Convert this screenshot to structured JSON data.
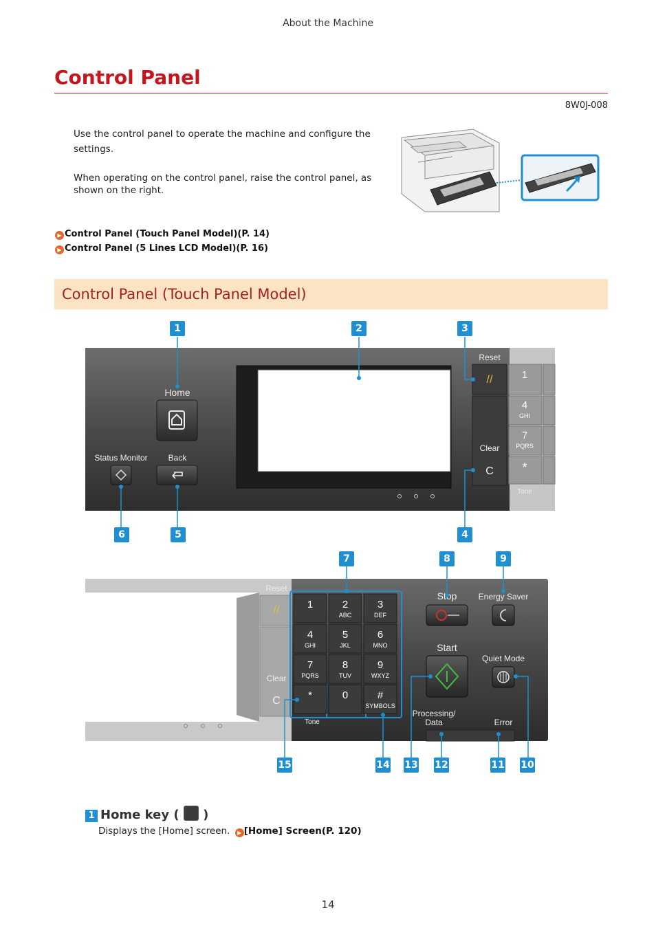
{
  "header": {
    "section": "About the Machine"
  },
  "title": "Control Panel",
  "doc_id": "8W0J-008",
  "intro": {
    "p1": "Use the control panel to operate the machine and configure the settings.",
    "p2": "When operating on the control panel, raise the control panel, as shown on the right."
  },
  "links": [
    {
      "text": "Control Panel (Touch Panel Model)(P. 14)"
    },
    {
      "text": "Control Panel (5 Lines LCD Model)(P. 16)"
    }
  ],
  "section_title": "Control Panel (Touch Panel Model)",
  "panel_top": {
    "labels": {
      "home": "Home",
      "status_monitor": "Status Monitor",
      "back": "Back",
      "reset": "Reset",
      "clear": "Clear",
      "tone": "Tone"
    },
    "keys": [
      {
        "digit": "1",
        "letters": ""
      },
      {
        "digit": "4",
        "letters": "GHI"
      },
      {
        "digit": "7",
        "letters": "PQRS"
      },
      {
        "digit": "*",
        "letters": ""
      }
    ],
    "callouts": [
      "1",
      "2",
      "3",
      "4",
      "5",
      "6"
    ]
  },
  "panel_bottom": {
    "labels": {
      "reset": "Reset",
      "clear": "Clear",
      "tone": "Tone",
      "stop": "Stop",
      "energy_saver": "Energy Saver",
      "start": "Start",
      "quiet_mode": "Quiet Mode",
      "processing": "Processing/",
      "data": "Data",
      "error": "Error"
    },
    "keys": [
      {
        "digit": "1",
        "letters": ""
      },
      {
        "digit": "2",
        "letters": "ABC"
      },
      {
        "digit": "3",
        "letters": "DEF"
      },
      {
        "digit": "4",
        "letters": "GHI"
      },
      {
        "digit": "5",
        "letters": "JKL"
      },
      {
        "digit": "6",
        "letters": "MNO"
      },
      {
        "digit": "7",
        "letters": "PQRS"
      },
      {
        "digit": "8",
        "letters": "TUV"
      },
      {
        "digit": "9",
        "letters": "WXYZ"
      },
      {
        "digit": "*",
        "letters": ""
      },
      {
        "digit": "0",
        "letters": ""
      },
      {
        "digit": "#",
        "letters": "SYMBOLS"
      }
    ],
    "callouts": [
      "7",
      "8",
      "9",
      "10",
      "11",
      "12",
      "13",
      "14",
      "15"
    ]
  },
  "key1": {
    "num": "1",
    "title_prefix": "Home key (",
    "title_suffix": ")",
    "desc": "Displays the [Home] screen.",
    "link": "[Home] Screen(P. 120)"
  },
  "page_number": "14",
  "colors": {
    "title_red": "#c4161c",
    "callout_blue": "#1f8fd1",
    "section_band": "#fbe3c4",
    "link_arrow": "#e2682b"
  }
}
